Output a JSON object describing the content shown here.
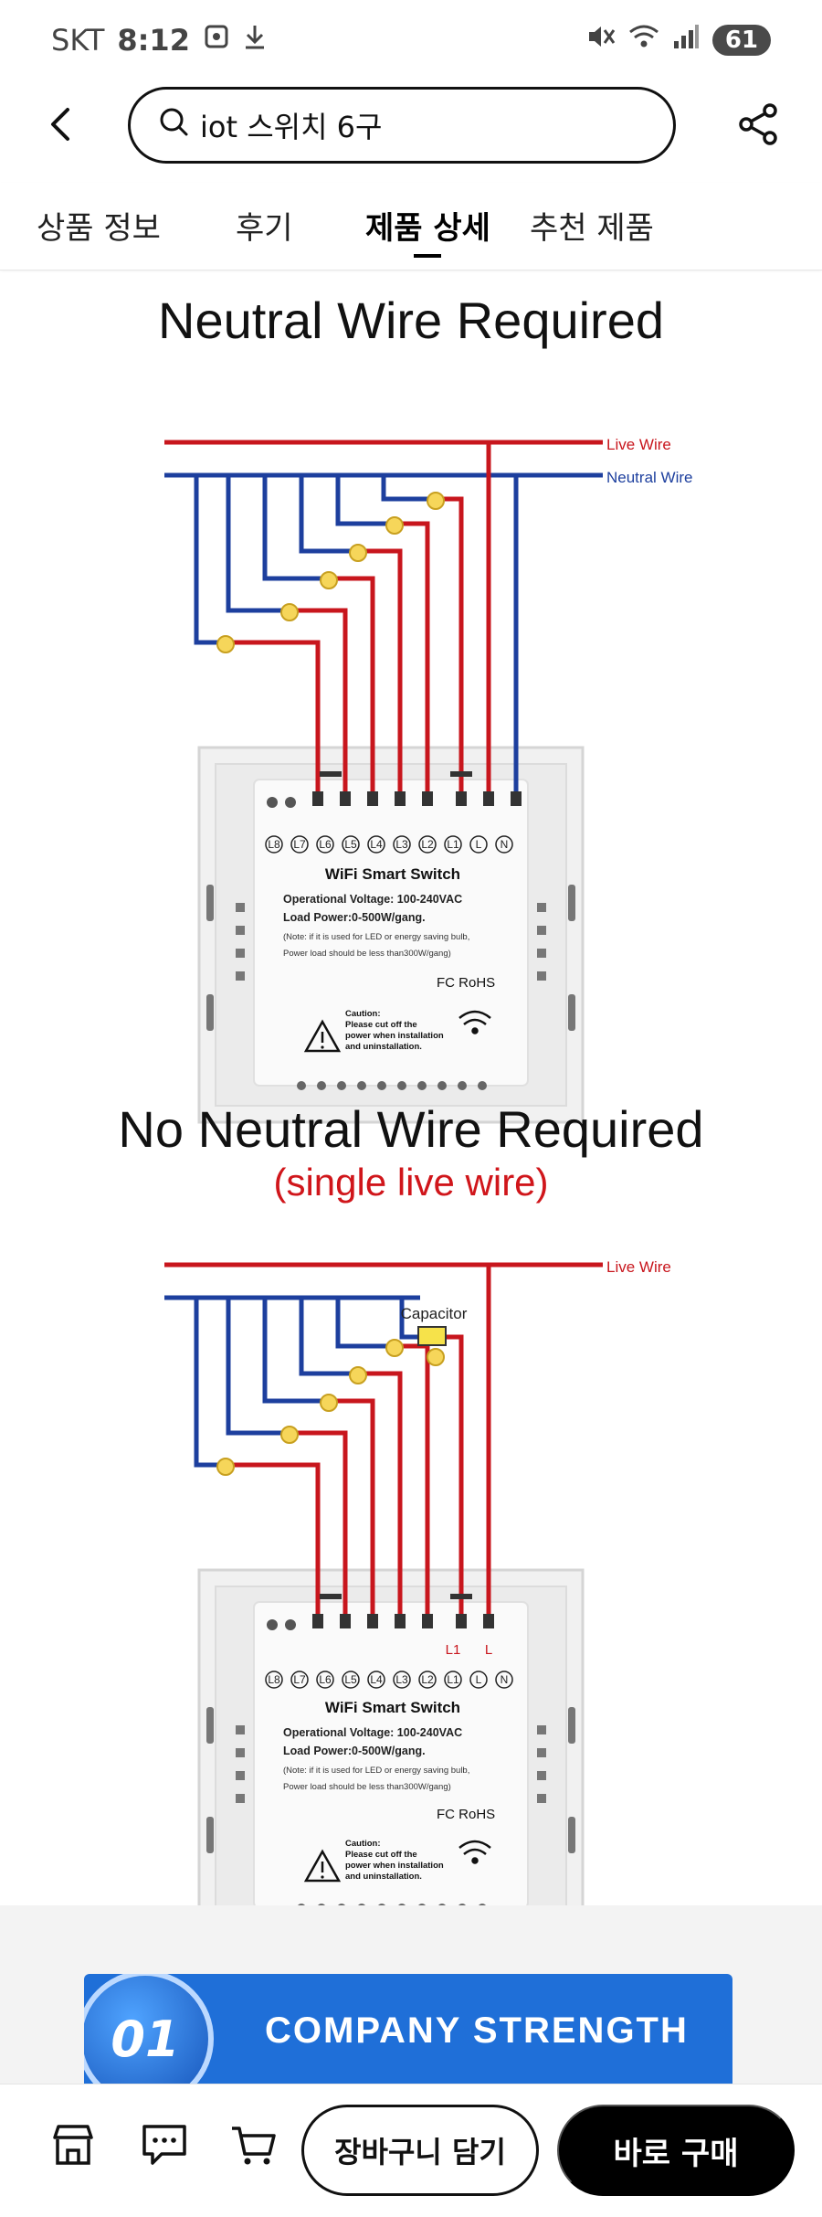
{
  "status_bar": {
    "carrier": "SKT",
    "time": "8:12",
    "battery": "61"
  },
  "header": {
    "search_query": "iot 스위치 6구"
  },
  "tabs": [
    {
      "label": "상품 정보"
    },
    {
      "label": "후기"
    },
    {
      "label": "제품 상세"
    },
    {
      "label": "추천 제품"
    }
  ],
  "diagram1": {
    "title": "Neutral Wire   Required",
    "live_label": "Live Wire",
    "neutral_label": "Neutral Wire",
    "terminals": [
      "L8",
      "L7",
      "L6",
      "L5",
      "L4",
      "L3",
      "L2",
      "L1",
      "L",
      "N"
    ],
    "device_title": "WiFi Smart Switch",
    "voltage": "Operational Voltage: 100-240VAC",
    "load": "Load Power:0-500W/gang.",
    "note1": "(Note: if it is used for LED or energy saving bulb,",
    "note2": "Power load should be less than300W/gang)",
    "certs": "FC RoHS",
    "caution1": "Caution:",
    "caution2": "Please cut off the",
    "caution3": "power when installation",
    "caution4": "and uninstallation."
  },
  "diagram2": {
    "title": "No Neutral Wire  Required",
    "subtitle": "(single live wire)",
    "live_label": "Live Wire",
    "capacitor_label": "Capacitor",
    "l1_label": "L1",
    "l_label": "L",
    "terminals": [
      "L8",
      "L7",
      "L6",
      "L5",
      "L4",
      "L3",
      "L2",
      "L1",
      "L",
      "N"
    ],
    "device_title": "WiFi Smart Switch",
    "voltage": "Operational Voltage: 100-240VAC",
    "load": "Load Power:0-500W/gang.",
    "note1": "(Note: if it is used for LED or energy saving bulb,",
    "note2": "Power load should be less than300W/gang)",
    "certs": "FC RoHS",
    "caution1": "Caution:",
    "caution2": "Please cut off the",
    "caution3": "power when installation",
    "caution4": "and uninstallation."
  },
  "banner": {
    "number": "01",
    "text": "COMPANY STRENGTH"
  },
  "bottom_bar": {
    "cart_label": "장바구니 담기",
    "buy_label": "바로 구매"
  },
  "colors": {
    "live_wire": "#c8161d",
    "neutral_wire": "#1d3f9e",
    "banner": "#1f6fd8",
    "buy_button": "#000000"
  }
}
